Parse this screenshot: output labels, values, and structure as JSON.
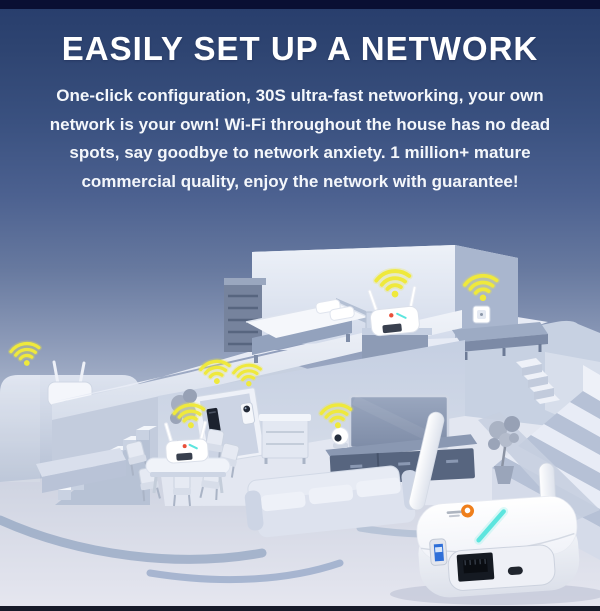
{
  "hero": {
    "title": "EASILY SET UP A NETWORK",
    "lines": [
      "One-click configuration, 30S ultra-fast networking, your own",
      "network is your own! Wi-Fi throughout the house has no dead",
      "spots, say goodbye to network anxiety. 1 million+ mature",
      "commercial quality, enjoy the network with guarantee!"
    ]
  },
  "colors": {
    "background_navy": "#2e4471",
    "wifi_yellow": "#efe93c",
    "logo_orange": "#ef7f1c",
    "led_cyan": "#5ce5de",
    "usb_blue": "#2f6fd8",
    "house_light": "#e6ebf4",
    "house_shadow": "#aab7cf"
  },
  "scene": {
    "description": "Isometric cutaway smart home showing whole-house Wi-Fi coverage",
    "wifi_icon": "wifi-signal-icon",
    "devices": [
      "outdoor-ptz-camera",
      "bedroom-router",
      "wall-outlet-extender",
      "smart-door-lock",
      "video-doorbell",
      "dining-table-router",
      "indoor-camera",
      "product-router-hero"
    ]
  }
}
